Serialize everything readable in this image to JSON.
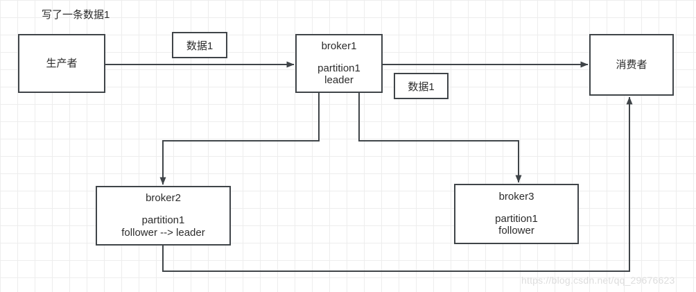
{
  "diagram": {
    "caption": "写了一条数据1",
    "watermark": "https://blog.csdn.net/qq_29676623",
    "colors": {
      "stroke": "#3f4448",
      "node_fill": "#ffffff",
      "grid": "#ededed",
      "background": "#ffffff",
      "watermark": "#dddddd"
    },
    "nodes": {
      "producer": {
        "title": "生产者"
      },
      "broker1": {
        "title": "broker1",
        "partition": "partition1",
        "role": "leader"
      },
      "broker2": {
        "title": "broker2",
        "partition": "partition1",
        "role": "follower --> leader"
      },
      "broker3": {
        "title": "broker3",
        "partition": "partition1",
        "role": "follower"
      },
      "consumer": {
        "title": "消费者"
      }
    },
    "edge_labels": {
      "producer_to_broker1": "数据1",
      "broker1_to_consumer": "数据1"
    },
    "edges": [
      {
        "from": "producer",
        "to": "broker1",
        "label": "数据1",
        "arrow": true
      },
      {
        "from": "broker1",
        "to": "consumer",
        "label": "数据1",
        "arrow": true
      },
      {
        "from": "broker1",
        "to": "broker2",
        "label": "",
        "arrow": true
      },
      {
        "from": "broker1",
        "to": "broker3",
        "label": "",
        "arrow": true
      },
      {
        "from": "broker2",
        "to": "consumer",
        "label": "",
        "arrow": true
      }
    ]
  }
}
